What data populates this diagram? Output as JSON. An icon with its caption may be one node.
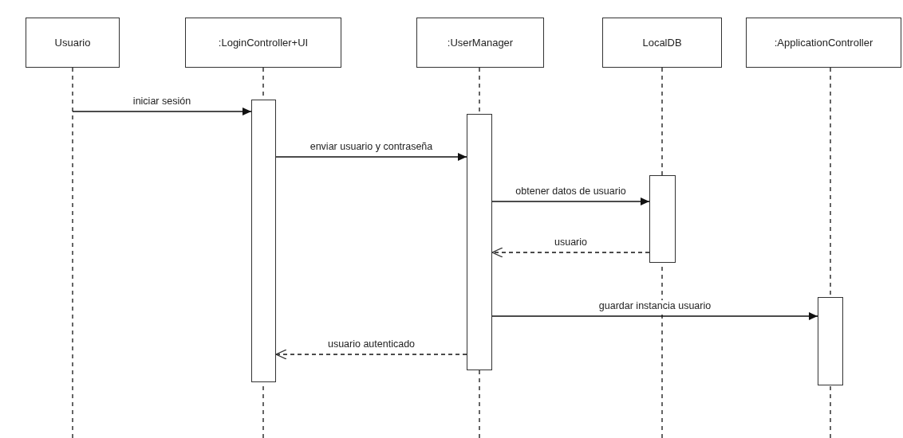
{
  "diagram": {
    "nodes": [
      {
        "text": [
          "Usuario"
        ]
      },
      {
        "text": [
          ":LoginController+UI"
        ]
      },
      {
        "text": [
          ":UserManager"
        ]
      },
      {
        "text": [
          "LocalDB"
        ]
      },
      {
        "text": [
          ":ApplicationController"
        ]
      },
      {
        "text": [],
        "shape": "bar"
      },
      {
        "text": [],
        "shape": "bar"
      },
      {
        "text": [],
        "shape": "bar"
      },
      {
        "text": [],
        "shape": "bar"
      }
    ],
    "edges": [
      {
        "from": 0,
        "to": 5,
        "arrow": "to",
        "label": "iniciar sesión"
      },
      {
        "from": 5,
        "to": 6,
        "arrow": "to",
        "label": "enviar usuario y contraseña"
      },
      {
        "from": 6,
        "to": 7,
        "arrow": "to",
        "label": "obtener datos de usuario"
      },
      {
        "from": 7,
        "to": 6,
        "arrow": "to",
        "label": "usuario",
        "style": "dashed"
      },
      {
        "from": 6,
        "to": 8,
        "arrow": "to",
        "label": "guardar instancia usuario"
      },
      {
        "from": 6,
        "to": 5,
        "arrow": "to",
        "label": "usuario autenticado",
        "style": "dashed"
      }
    ]
  }
}
